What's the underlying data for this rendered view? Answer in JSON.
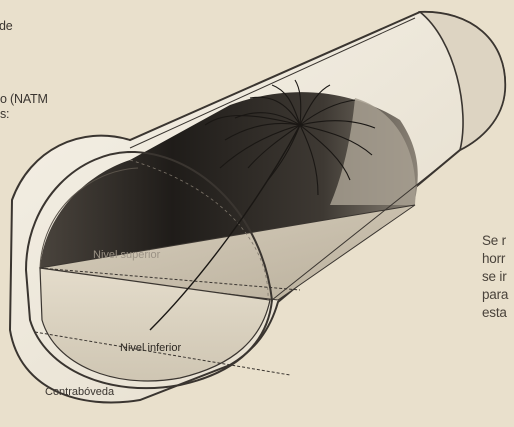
{
  "left_text": [
    "de",
    "o (NATM",
    "s:"
  ],
  "right_text": [
    "Se r",
    "horr",
    "se ir",
    "para",
    "esta"
  ],
  "labels": {
    "upper_level": "Nivel superior",
    "lower_level": "Nivel inferior",
    "invert": "Contrabóveda"
  },
  "colors": {
    "background": "#e9e0cc",
    "shell": "#f1ece0",
    "interior_dark": "#2a2622",
    "interior_mid": "#8f877a",
    "floor": "#c9c0ae",
    "outline": "#3a3530"
  }
}
